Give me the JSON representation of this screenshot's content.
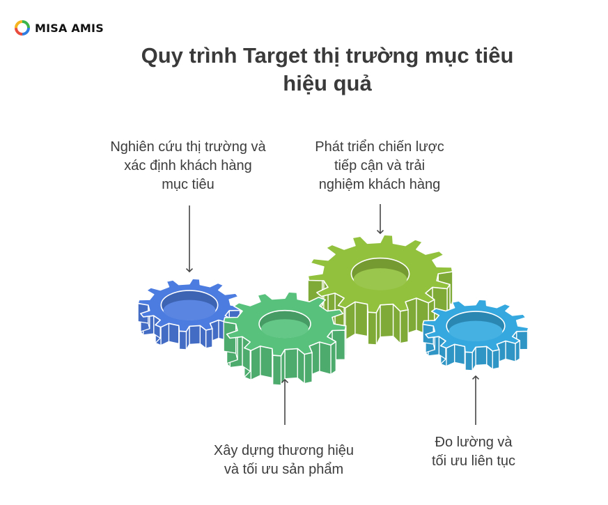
{
  "logo": {
    "text": "MISA AMIS",
    "icon": "misa-amis-logo-icon"
  },
  "title": {
    "line1": "Quy trình Target thị trường mục tiêu",
    "line2": "hiệu quả"
  },
  "steps": [
    {
      "id": "research",
      "color": "#4C7CE0",
      "lines": [
        "Nghiên cứu thị trường và",
        "xác định khách hàng",
        "mục tiêu"
      ]
    },
    {
      "id": "brand",
      "color": "#58C27D",
      "lines": [
        "Xây dựng thương hiệu",
        "và tối ưu sản phẩm"
      ]
    },
    {
      "id": "strategy",
      "color": "#92C13E",
      "lines": [
        "Phát triển chiến lược",
        "tiếp cận và trải",
        "nghiệm khách hàng"
      ]
    },
    {
      "id": "measure",
      "color": "#35A9DF",
      "lines": [
        "Đo lường và",
        "tối ưu liên tục"
      ]
    }
  ]
}
